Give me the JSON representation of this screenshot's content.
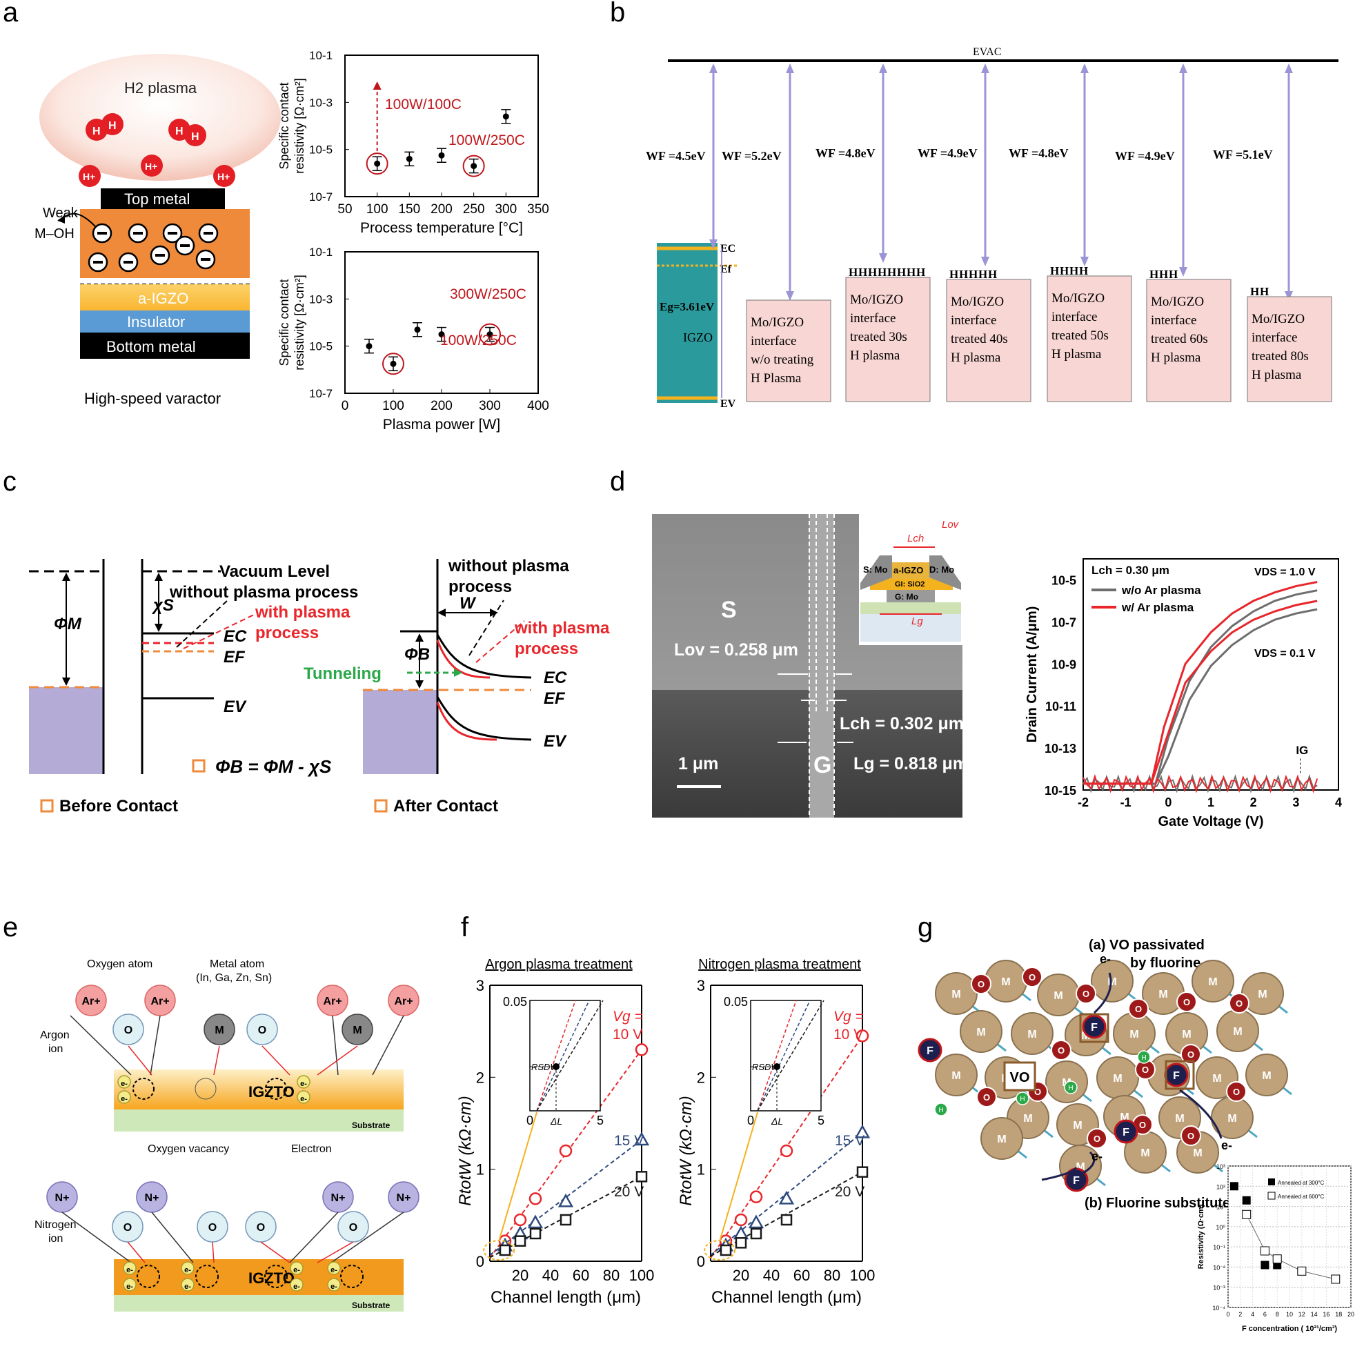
{
  "panel_labels": {
    "a": "a",
    "b": "b",
    "c": "c",
    "d": "d",
    "e": "e",
    "f": "f",
    "g": "g"
  },
  "a": {
    "plasma_label": "H2 plasma",
    "h": "H",
    "h_plus": "H+",
    "top_metal": "Top metal",
    "weak_label_1": "Weak",
    "weak_label_2": "M–OH",
    "a_igzo": "a-IGZO",
    "insulator": "Insulator",
    "bottom_metal": "Bottom metal",
    "caption": "High-speed varactor",
    "ylabel_1": "Specific contact",
    "ylabel_2": "resistivity [Ω·cm²]",
    "yticks": [
      "10-1",
      "10-3",
      "10-5",
      "10-7"
    ],
    "chart_top": {
      "xlabel": "Process temperature [°C]",
      "xticks": [
        "50",
        "100",
        "150",
        "200",
        "250",
        "300",
        "350"
      ],
      "ann_1": "100W/100C",
      "ann_2": "100W/250C"
    },
    "chart_bottom": {
      "xlabel": "Plasma power [W]",
      "xticks": [
        "0",
        "100",
        "200",
        "300",
        "400"
      ],
      "ann_1": "300W/250C",
      "ann_2": "100W/250C"
    }
  },
  "chart_data": [
    {
      "type": "scatter",
      "xlabel": "Process temperature [°C]",
      "ylabel": "Specific contact resistivity [Ω·cm²]",
      "xlim": [
        50,
        350
      ],
      "ylim_log10": [
        -7,
        -1
      ],
      "x": [
        100,
        150,
        200,
        250,
        300
      ],
      "y_log10": [
        -5.6,
        -5.4,
        -5.25,
        -5.7,
        -3.6
      ],
      "annotations": [
        "100W/100C",
        "100W/250C"
      ]
    },
    {
      "type": "scatter",
      "xlabel": "Plasma power [W]",
      "ylabel": "Specific contact resistivity [Ω·cm²]",
      "xlim": [
        0,
        400
      ],
      "ylim_log10": [
        -7,
        -1
      ],
      "x": [
        50,
        100,
        150,
        200,
        300
      ],
      "y_log10": [
        -5.0,
        -5.75,
        -4.3,
        -4.5,
        -4.5
      ],
      "annotations": [
        "300W/250C",
        "100W/250C"
      ]
    },
    {
      "type": "line",
      "xlabel": "Gate Voltage (V)",
      "ylabel": "Drain Current (A/μm)",
      "xlim": [
        -2,
        4
      ],
      "ylim_log10": [
        -15,
        -4
      ],
      "annotations": [
        "Lch = 0.30 μm",
        "VDS = 1.0 V",
        "VDS = 0.1 V",
        "IG"
      ],
      "series": [
        {
          "name": "w/o Ar plasma",
          "x": [
            -2,
            -0.3,
            0,
            0.5,
            1,
            1.5,
            2,
            2.5,
            3,
            3.5
          ],
          "y_log10": [
            -14.7,
            -14.7,
            -12.5,
            -9.8,
            -8.2,
            -7.2,
            -6.5,
            -6.0,
            -5.7,
            -5.5
          ]
        },
        {
          "name": "w/ Ar plasma",
          "x": [
            -2,
            -0.4,
            -0.1,
            0.4,
            1,
            1.5,
            2,
            2.5,
            3,
            3.5
          ],
          "y_log10": [
            -14.7,
            -14.7,
            -12.0,
            -9.0,
            -7.5,
            -6.6,
            -6.0,
            -5.6,
            -5.3,
            -5.1
          ]
        }
      ]
    },
    {
      "type": "scatter",
      "xlabel": "Channel length (μm)",
      "ylabel": "RtotW (kΩ·cm)",
      "title": "Argon plasma treatment",
      "xlim": [
        0,
        100
      ],
      "ylim": [
        0,
        3
      ],
      "x": [
        10,
        20,
        30,
        50,
        100
      ],
      "series": [
        {
          "name": "Vg = 10 V",
          "values": [
            0.22,
            0.45,
            0.68,
            1.2,
            2.3
          ]
        },
        {
          "name": "15 V",
          "values": [
            0.17,
            0.3,
            0.42,
            0.65,
            1.32
          ]
        },
        {
          "name": "20 V",
          "values": [
            0.12,
            0.22,
            0.3,
            0.45,
            0.92
          ]
        }
      ]
    },
    {
      "type": "scatter",
      "xlabel": "Channel length (μm)",
      "ylabel": "RtotW (kΩ·cm)",
      "title": "Nitrogen plasma treatment",
      "xlim": [
        0,
        100
      ],
      "ylim": [
        0,
        3
      ],
      "x": [
        10,
        20,
        30,
        50,
        100
      ],
      "series": [
        {
          "name": "Vg = 10 V",
          "values": [
            0.22,
            0.45,
            0.7,
            1.2,
            2.45
          ]
        },
        {
          "name": "15 V",
          "values": [
            0.17,
            0.3,
            0.42,
            0.68,
            1.4
          ]
        },
        {
          "name": "20 V",
          "values": [
            0.12,
            0.2,
            0.3,
            0.45,
            0.97
          ]
        }
      ]
    },
    {
      "type": "scatter",
      "xlabel": "F concentration ( 10²¹/cm³)",
      "ylabel": "Resistivity (Ω·cm)",
      "xlim": [
        0,
        20
      ],
      "ylim_log10": [
        -4,
        3
      ],
      "series": [
        {
          "name": "Annealed at 300°C",
          "x": [
            1,
            3,
            6,
            8
          ],
          "y_log10": [
            2,
            1.3,
            -1.9,
            -1.9
          ]
        },
        {
          "name": "Annealed at 600°C",
          "x": [
            3,
            6,
            8,
            12,
            17.5
          ],
          "y_log10": [
            0.6,
            -1.2,
            -1.6,
            -2.2,
            -2.6
          ]
        }
      ]
    }
  ],
  "b": {
    "evac": "EVAC",
    "wf": [
      "WF =4.5eV",
      "WF =5.2eV",
      "WF =4.8eV",
      "WF =4.9eV",
      "WF =4.8eV",
      "WF =4.9eV",
      "WF =5.1eV"
    ],
    "ec": "EC",
    "ef": "Ef",
    "ev": "EV",
    "eg": "Eg=3.61eV",
    "igzo": "IGZO",
    "boxes": [
      [
        "Mo/IGZO",
        "interface",
        "w/o treating",
        "H Plasma"
      ],
      [
        "Mo/IGZO",
        "interface",
        "treated 30s",
        "H plasma"
      ],
      [
        "Mo/IGZO",
        "interface",
        "treated 40s",
        "H plasma"
      ],
      [
        "Mo/IGZO",
        "interface",
        "treated 50s",
        "H plasma"
      ],
      [
        "Mo/IGZO",
        "interface",
        "treated 60s",
        "H plasma"
      ],
      [
        "Mo/IGZO",
        "interface",
        "treated 80s",
        "H plasma"
      ]
    ]
  },
  "c": {
    "vacuum": "Vacuum Level",
    "without": "without plasma process",
    "with_1": "with plasma",
    "with_2": "process",
    "phi_m": "ΦM",
    "chi_s": "χS",
    "ec": "EC",
    "ef": "EF",
    "ev": "EV",
    "formula": "ΦB = ΦM - χS",
    "before": "Before Contact",
    "after": "After Contact",
    "without2_1": "without plasma",
    "without2_2": "process",
    "w": "W",
    "with2_1": "with plasma",
    "with2_2": "process",
    "phi_b": "ΦB",
    "tunneling": "Tunneling"
  },
  "d": {
    "s": "S",
    "g": "G",
    "lov": "Lov = 0.258 μm",
    "lch": "Lch = 0.302 μm",
    "lg": "Lg = 0.818 μm",
    "scale": "1 μm",
    "inset_lov": "Lov",
    "inset_lch": "Lch",
    "inset_lg": "Lg",
    "inset_s": "S: Mo",
    "inset_d": "D: Mo",
    "inset_aigzo": "a-IGZO",
    "inset_gi": "GI: SiO2",
    "inset_g": "G: Mo",
    "chart": {
      "ylabel": "Drain Current (A/μm)",
      "xlabel": "Gate Voltage (V)",
      "lch_note": "Lch = 0.30 μm",
      "legend_1": "w/o Ar plasma",
      "legend_2": "w/ Ar plasma",
      "vds1": "VDS = 1.0 V",
      "vds2": "VDS = 0.1 V",
      "ig": "IG",
      "yticks": [
        "10-5",
        "10-7",
        "10-9",
        "10-11",
        "10-13",
        "10-15"
      ],
      "xticks": [
        "-2",
        "-1",
        "0",
        "1",
        "2",
        "3",
        "4"
      ]
    },
    "colors": {
      "gray": "#6e6e6e",
      "red": "#e8262b"
    }
  },
  "e": {
    "oxygen_atom": "Oxygen atom",
    "metal_atom_1": "Metal atom",
    "metal_atom_2": "(In, Ga, Zn, Sn)",
    "argon_1": "Argon",
    "argon_2": "ion",
    "nitrogen_1": "Nitrogen",
    "nitrogen_2": "ion",
    "igzto": "IGZTO",
    "substrate": "Substrate",
    "vacancy": "Oxygen vacancy",
    "electron": "Electron",
    "ar": "Ar+",
    "n": "N+",
    "o": "O",
    "m": "M",
    "e": "e-"
  },
  "f": {
    "title_1": "Argon plasma treatment",
    "title_2": "Nitrogen plasma treatment",
    "ylabel": "RtotW (kΩ·cm)",
    "xlabel": "Channel length (μm)",
    "yticks": [
      "3",
      "2",
      "1",
      "0"
    ],
    "xticks": [
      "20",
      "40",
      "60",
      "80",
      "100"
    ],
    "vg_1": "Vg =",
    "vg_2": "10 V",
    "v15": "15 V",
    "v20": "20 V",
    "inset_yticks": [
      "0.05"
    ],
    "inset_xticks": [
      "0",
      "5"
    ],
    "inset_rsd": "RSDW",
    "inset_dl": "ΔL"
  },
  "g": {
    "title_a_1": "(a) VO passivated",
    "title_a_2": "by fluorine",
    "title_b": "(b) Fluorine substitute",
    "m": "M",
    "o": "O",
    "f": "F",
    "h": "H",
    "vo": "VO",
    "e": "e-",
    "chart": {
      "ylabel": "Resistivity (Ω·cm)",
      "xlabel": "F concentration ( 10²¹/cm³)",
      "legend_1": "Annealed at 300°C",
      "legend_2": "Annealed at 600°C",
      "yticks": [
        "10³",
        "10²",
        "10¹",
        "10⁰",
        "10⁻¹",
        "10⁻²",
        "10⁻³",
        "10⁻⁴"
      ],
      "xticks": [
        "0",
        "2",
        "4",
        "6",
        "8",
        "10",
        "12",
        "14",
        "16",
        "18",
        "20"
      ]
    }
  }
}
